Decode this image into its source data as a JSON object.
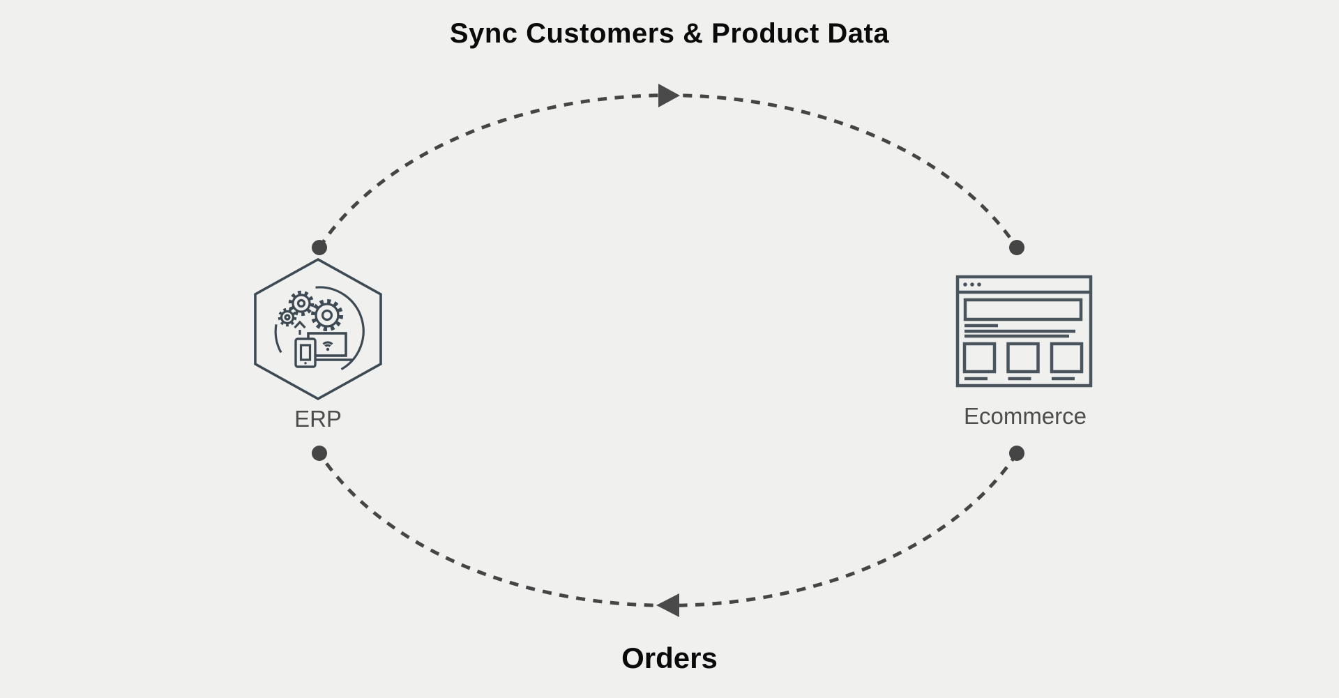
{
  "diagram": {
    "top_flow_label": "Sync Customers & Product Data",
    "bottom_flow_label": "Orders",
    "nodes": [
      {
        "id": "erp",
        "label": "ERP",
        "icon": "erp-system-icon"
      },
      {
        "id": "ecommerce",
        "label": "Ecommerce",
        "icon": "ecommerce-website-icon"
      }
    ],
    "flows": [
      {
        "from": "ERP",
        "to": "Ecommerce",
        "label": "Sync Customers & Product Data",
        "direction": "top-arc-right"
      },
      {
        "from": "Ecommerce",
        "to": "ERP",
        "label": "Orders",
        "direction": "bottom-arc-left"
      }
    ],
    "colors": {
      "background": "#f0f0ee",
      "flow_line": "#454545",
      "icon_stroke": "#3e4a53",
      "node_label": "#4d4d4d",
      "heading_text": "#0a0a0a"
    }
  }
}
